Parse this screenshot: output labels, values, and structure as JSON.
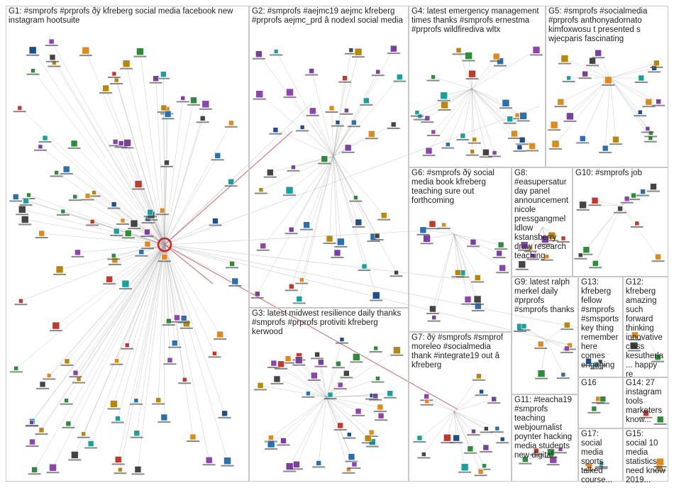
{
  "groups": [
    {
      "id": "G1",
      "label": "G1: #smprofs #prprofs ðÿ kfreberg social media facebook new instagram hootsuite"
    },
    {
      "id": "G2",
      "label": "G2: #smprofs #aejmc19 aejmc kfreberg #prprofs aejmc_prd â nodexl social media"
    },
    {
      "id": "G3",
      "label": "G3: latest midwest resilience daily thanks #smprofs #prprofs protiviti kfreberg kerwood"
    },
    {
      "id": "G4",
      "label": "G4: latest emergency management times thanks #smprofs ernestma #prprofs wildfirediva wltx"
    },
    {
      "id": "G5",
      "label": "G5: #smprofs #socialmedia #prprofs anthonyadornato kimfoxwosu t presented s wjecparis fascinating"
    },
    {
      "id": "G6",
      "label": "G6: #smprofs ðÿ social media book kfreberg teaching sure out forthcoming"
    },
    {
      "id": "G7",
      "label": "G7: ðÿ #smprofs #smprof moreleo #socialmedia thank #integrate19 out â kfreberg"
    },
    {
      "id": "G8",
      "label": "G8: #easupersaturday panel announcement nicole pressgangmel ldlow kstansberry draw research teaching"
    },
    {
      "id": "G9",
      "label": "G9: latest ralph merkel daily #prprofs #smprofs thanks"
    },
    {
      "id": "G10",
      "label": "G10: #smprofs job"
    },
    {
      "id": "G11",
      "label": "G11: #teacha19 #smprofs teaching webjournalist poynter hacking media students new digital"
    },
    {
      "id": "G12",
      "label": "G12: kfreberg amazing such forward thinking innovative class kesutherla... happy re"
    },
    {
      "id": "G13",
      "label": "G13: kfreberg fellow #smprofs #smsports key thing remember here comes engaging"
    },
    {
      "id": "G14",
      "label": "G14: 27 instagram tools marketers know..."
    },
    {
      "id": "G15",
      "label": "G15: social 10 media statistics need know 2019..."
    },
    {
      "id": "G16",
      "label": "G16"
    },
    {
      "id": "G17",
      "label": "G17: social media sports talked course..."
    }
  ],
  "colors": {
    "border": "#c8c8c8",
    "edge": "#9a9a9a",
    "highlight_edge": "#c62828",
    "hub": "#d81b1b"
  }
}
